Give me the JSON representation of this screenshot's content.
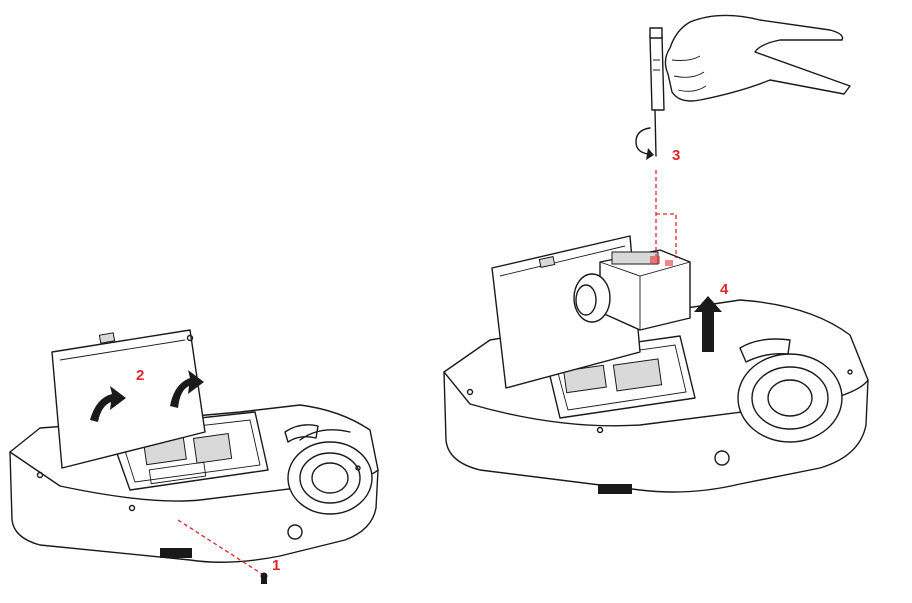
{
  "steps": [
    {
      "number": "1"
    },
    {
      "number": "2"
    },
    {
      "number": "3"
    },
    {
      "number": "4"
    }
  ],
  "colors": {
    "step_label": "#e0262b",
    "line_art": "#1a1a1a",
    "arrow_fill": "#111111",
    "guide_dash": "#e0262b"
  },
  "icons": [
    "rotate-ccw-icon",
    "up-arrow-icon",
    "curved-arrow-icon",
    "screw-icon"
  ]
}
